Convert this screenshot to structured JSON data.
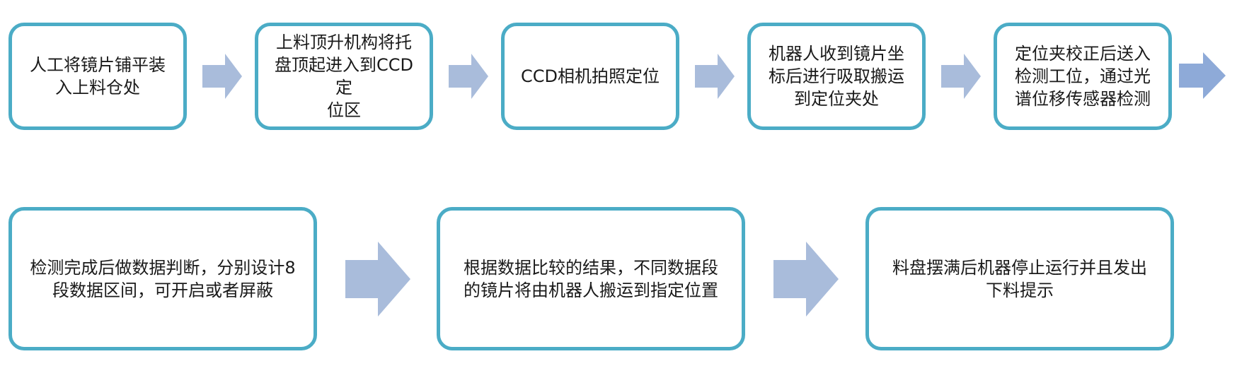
{
  "flow": {
    "steps": [
      {
        "text": "人工将镜片铺平装\n入上料仓处"
      },
      {
        "text": "上料顶升机构将托\n盘顶起进入到CCD定\n位区"
      },
      {
        "text": "CCD相机拍照定位"
      },
      {
        "text": "机器人收到镜片坐\n标后进行吸取搬运\n到定位夹处"
      },
      {
        "text": "定位夹校正后送入\n检测工位，通过光\n谱位移传感器检测"
      },
      {
        "text": "检测完成后做数据判断，分别设计8\n段数据区间，可开启或者屏蔽"
      },
      {
        "text": "根据数据比较的结果，不同数据段\n的镜片将由机器人搬运到指定位置"
      },
      {
        "text": "料盘摆满后机器停止运行并且发出\n下料提示"
      }
    ]
  },
  "colors": {
    "box_border": "#4bacc6",
    "arrow_fill": "#a9bcdb",
    "arrow_fill_dark": "#8eaad8"
  }
}
